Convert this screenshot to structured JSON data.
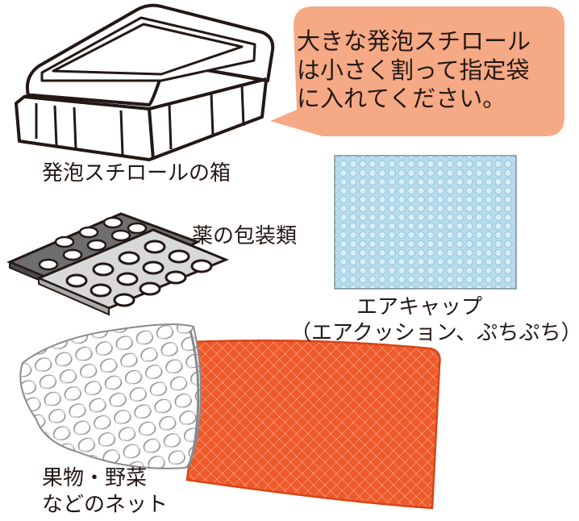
{
  "callout": {
    "lines": [
      "大きな発泡スチロール",
      "は小さく割って指定袋",
      "に入れてください。"
    ]
  },
  "items": {
    "styrofoam_box": "発泡スチロールの箱",
    "medicine_packaging": "薬の包装類",
    "bubble_wrap_line1": "エアキャップ",
    "bubble_wrap_line2": "（エアクッション、ぷちぷち）",
    "produce_net_line1": "果物・野菜",
    "produce_net_line2": "などのネット"
  },
  "colors": {
    "bubble_fill": "#f6a985",
    "bubble_wrap": "#a9d3e6",
    "red_net": "#ee5a2a",
    "outline": "#231815",
    "blister_dark": "#7a7a7a",
    "blister_light": "#d6d6d6"
  }
}
